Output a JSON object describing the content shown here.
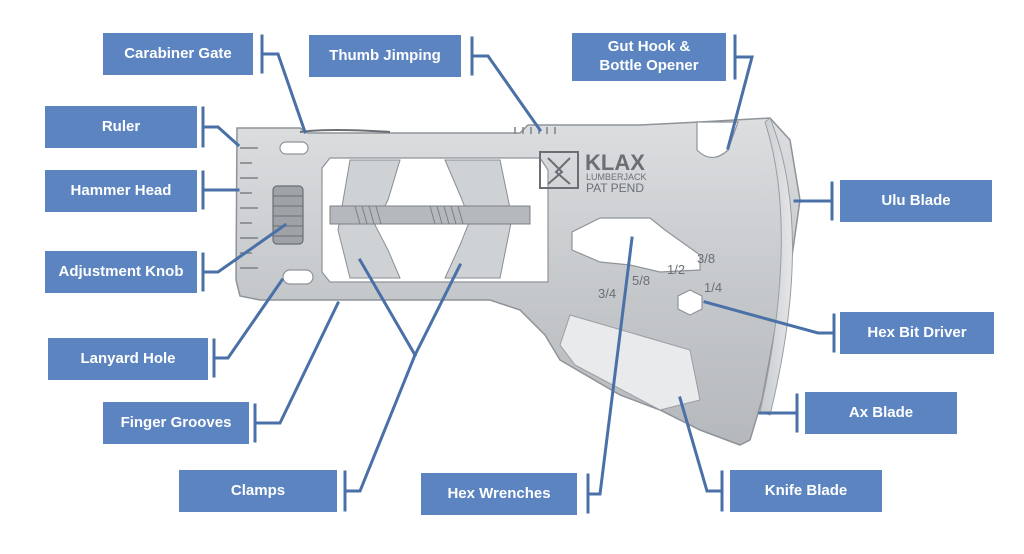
{
  "colors": {
    "label_bg": "#5b84c0",
    "label_text": "#ffffff",
    "leader_line": "#4a70a8",
    "tool_steel": "#c8cbce",
    "tool_edge": "#8f9398"
  },
  "tool": {
    "brand": "KLAX",
    "model": "LUMBERJACK",
    "patent": "PAT PEND",
    "sizes": [
      "3/4",
      "5/8",
      "1/2",
      "3/8",
      "1/4"
    ]
  },
  "labels": {
    "carabiner_gate": "Carabiner Gate",
    "thumb_jimping": "Thumb Jimping",
    "gut_hook_line1": "Gut Hook &",
    "gut_hook_line2": "Bottle Opener",
    "ruler": "Ruler",
    "hammer_head": "Hammer Head",
    "ulu_blade": "Ulu Blade",
    "adjustment_knob": "Adjustment Knob",
    "hex_bit_driver": "Hex Bit Driver",
    "lanyard_hole": "Lanyard Hole",
    "ax_blade": "Ax Blade",
    "finger_grooves": "Finger Grooves",
    "clamps": "Clamps",
    "hex_wrenches": "Hex Wrenches",
    "knife_blade": "Knife Blade"
  }
}
